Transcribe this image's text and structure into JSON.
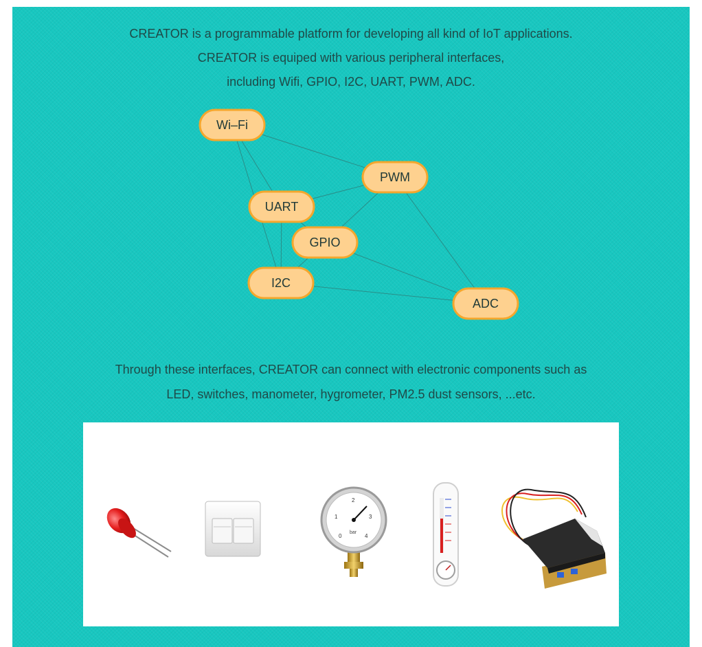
{
  "intro": {
    "lines": [
      "CREATOR is a programmable platform for developing all kind of IoT applications.",
      "CREATOR is equiped with various peripheral interfaces,",
      "including Wifi, GPIO, I2C, UART, PWM, ADC."
    ]
  },
  "diagram": {
    "nodes": [
      {
        "id": "wifi",
        "label": "Wi–Fi"
      },
      {
        "id": "pwm",
        "label": "PWM"
      },
      {
        "id": "uart",
        "label": "UART"
      },
      {
        "id": "gpio",
        "label": "GPIO"
      },
      {
        "id": "i2c",
        "label": "I2C"
      },
      {
        "id": "adc",
        "label": "ADC"
      }
    ],
    "edges": [
      [
        "wifi",
        "pwm"
      ],
      [
        "wifi",
        "uart"
      ],
      [
        "wifi",
        "i2c"
      ],
      [
        "pwm",
        "uart"
      ],
      [
        "pwm",
        "gpio"
      ],
      [
        "pwm",
        "adc"
      ],
      [
        "uart",
        "gpio"
      ],
      [
        "uart",
        "i2c"
      ],
      [
        "gpio",
        "i2c"
      ],
      [
        "gpio",
        "adc"
      ],
      [
        "i2c",
        "adc"
      ]
    ]
  },
  "outro": {
    "lines": [
      "Through these interfaces, CREATOR can connect with electronic components such as",
      "LED, switches, manometer, hygrometer, PM2.5 dust sensors, ...etc."
    ]
  },
  "gauge": {
    "numbers": [
      "0",
      "1",
      "2",
      "3",
      "4"
    ],
    "unit": "bar"
  },
  "colors": {
    "background": "#18c7c0",
    "node_fill": "#fed18f",
    "node_border": "#f4a72d",
    "text": "#1f4a48"
  },
  "components": [
    {
      "icon": "led-icon"
    },
    {
      "icon": "switch-icon"
    },
    {
      "icon": "manometer-icon"
    },
    {
      "icon": "hygrometer-icon"
    },
    {
      "icon": "dust-sensor-icon"
    }
  ]
}
